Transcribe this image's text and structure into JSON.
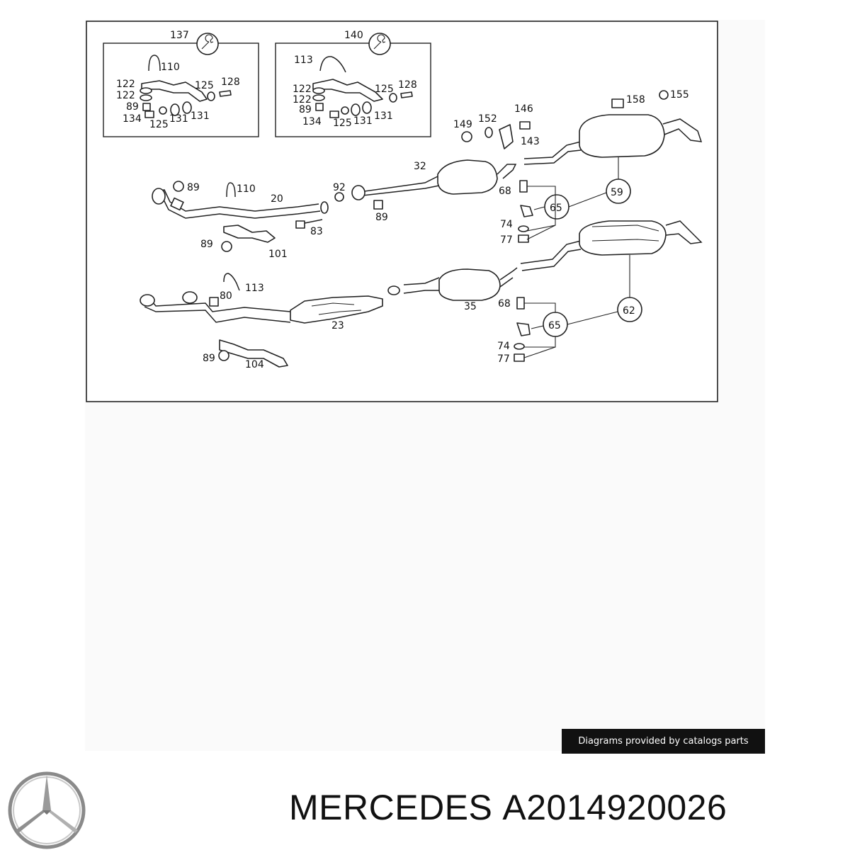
{
  "diagram": {
    "kit_137": "137",
    "kit_140": "140",
    "kit_137_parts": [
      "110",
      "122",
      "122",
      "125",
      "128",
      "89",
      "134",
      "125",
      "131",
      "131"
    ],
    "kit_140_parts": [
      "113",
      "122",
      "122",
      "125",
      "128",
      "89",
      "134",
      "125",
      "131",
      "131"
    ],
    "upper_labels": [
      "158",
      "155",
      "146",
      "149",
      "152",
      "143",
      "32",
      "59",
      "89",
      "110",
      "20",
      "92",
      "68",
      "65",
      "83",
      "89",
      "74",
      "77",
      "89",
      "101"
    ],
    "lower_labels": [
      "113",
      "80",
      "35",
      "68",
      "62",
      "23",
      "65",
      "74",
      "77",
      "89",
      "104"
    ]
  },
  "credit": "Diagrams provided by catalogs parts",
  "brand": {
    "name": "MERCEDES",
    "part_number": "A2014920026"
  },
  "icons": {
    "kit_icon": "wrench-icon",
    "logo_icon": "mercedes-star-icon"
  }
}
